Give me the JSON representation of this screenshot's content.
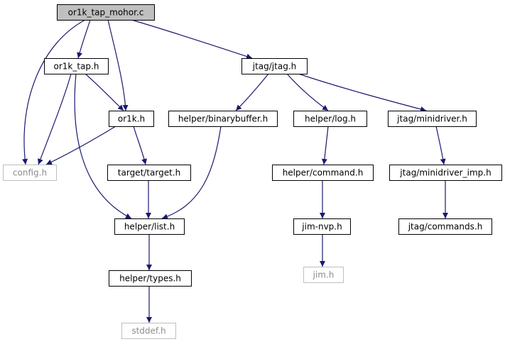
{
  "diagram": {
    "title": "or1k_tap_mohor.c",
    "colors": {
      "edge": "#191970",
      "root_fill": "#bfbfbf",
      "node_border": "#000000",
      "missing_border": "#bfbfbf",
      "missing_text": "#8c8c8c"
    },
    "nodes": [
      {
        "id": "root",
        "label": "or1k_tap_mohor.c",
        "kind": "root"
      },
      {
        "id": "or1k_tap",
        "label": "or1k_tap.h",
        "kind": "file"
      },
      {
        "id": "jtag",
        "label": "jtag/jtag.h",
        "kind": "file"
      },
      {
        "id": "or1k",
        "label": "or1k.h",
        "kind": "file"
      },
      {
        "id": "binarybuffer",
        "label": "helper/binarybuffer.h",
        "kind": "file"
      },
      {
        "id": "log",
        "label": "helper/log.h",
        "kind": "file"
      },
      {
        "id": "minidriver",
        "label": "jtag/minidriver.h",
        "kind": "file"
      },
      {
        "id": "config",
        "label": "config.h",
        "kind": "missing"
      },
      {
        "id": "target",
        "label": "target/target.h",
        "kind": "file"
      },
      {
        "id": "command",
        "label": "helper/command.h",
        "kind": "file"
      },
      {
        "id": "minidriver_imp",
        "label": "jtag/minidriver_imp.h",
        "kind": "file"
      },
      {
        "id": "list",
        "label": "helper/list.h",
        "kind": "file"
      },
      {
        "id": "jimnvp",
        "label": "jim-nvp.h",
        "kind": "file"
      },
      {
        "id": "commands",
        "label": "jtag/commands.h",
        "kind": "file"
      },
      {
        "id": "types",
        "label": "helper/types.h",
        "kind": "file"
      },
      {
        "id": "jim",
        "label": "jim.h",
        "kind": "missing"
      },
      {
        "id": "stddef",
        "label": "stddef.h",
        "kind": "missing"
      }
    ],
    "edges": [
      {
        "from": "root",
        "to": "or1k_tap"
      },
      {
        "from": "root",
        "to": "jtag"
      },
      {
        "from": "root",
        "to": "or1k"
      },
      {
        "from": "root",
        "to": "config"
      },
      {
        "from": "or1k_tap",
        "to": "or1k"
      },
      {
        "from": "or1k_tap",
        "to": "config"
      },
      {
        "from": "or1k_tap",
        "to": "list"
      },
      {
        "from": "or1k",
        "to": "config"
      },
      {
        "from": "or1k",
        "to": "target"
      },
      {
        "from": "target",
        "to": "list"
      },
      {
        "from": "jtag",
        "to": "binarybuffer"
      },
      {
        "from": "jtag",
        "to": "log"
      },
      {
        "from": "jtag",
        "to": "minidriver"
      },
      {
        "from": "binarybuffer",
        "to": "list"
      },
      {
        "from": "log",
        "to": "command"
      },
      {
        "from": "command",
        "to": "jimnvp"
      },
      {
        "from": "jimnvp",
        "to": "jim"
      },
      {
        "from": "minidriver",
        "to": "minidriver_imp"
      },
      {
        "from": "minidriver_imp",
        "to": "commands"
      },
      {
        "from": "list",
        "to": "types"
      },
      {
        "from": "types",
        "to": "stddef"
      }
    ]
  }
}
